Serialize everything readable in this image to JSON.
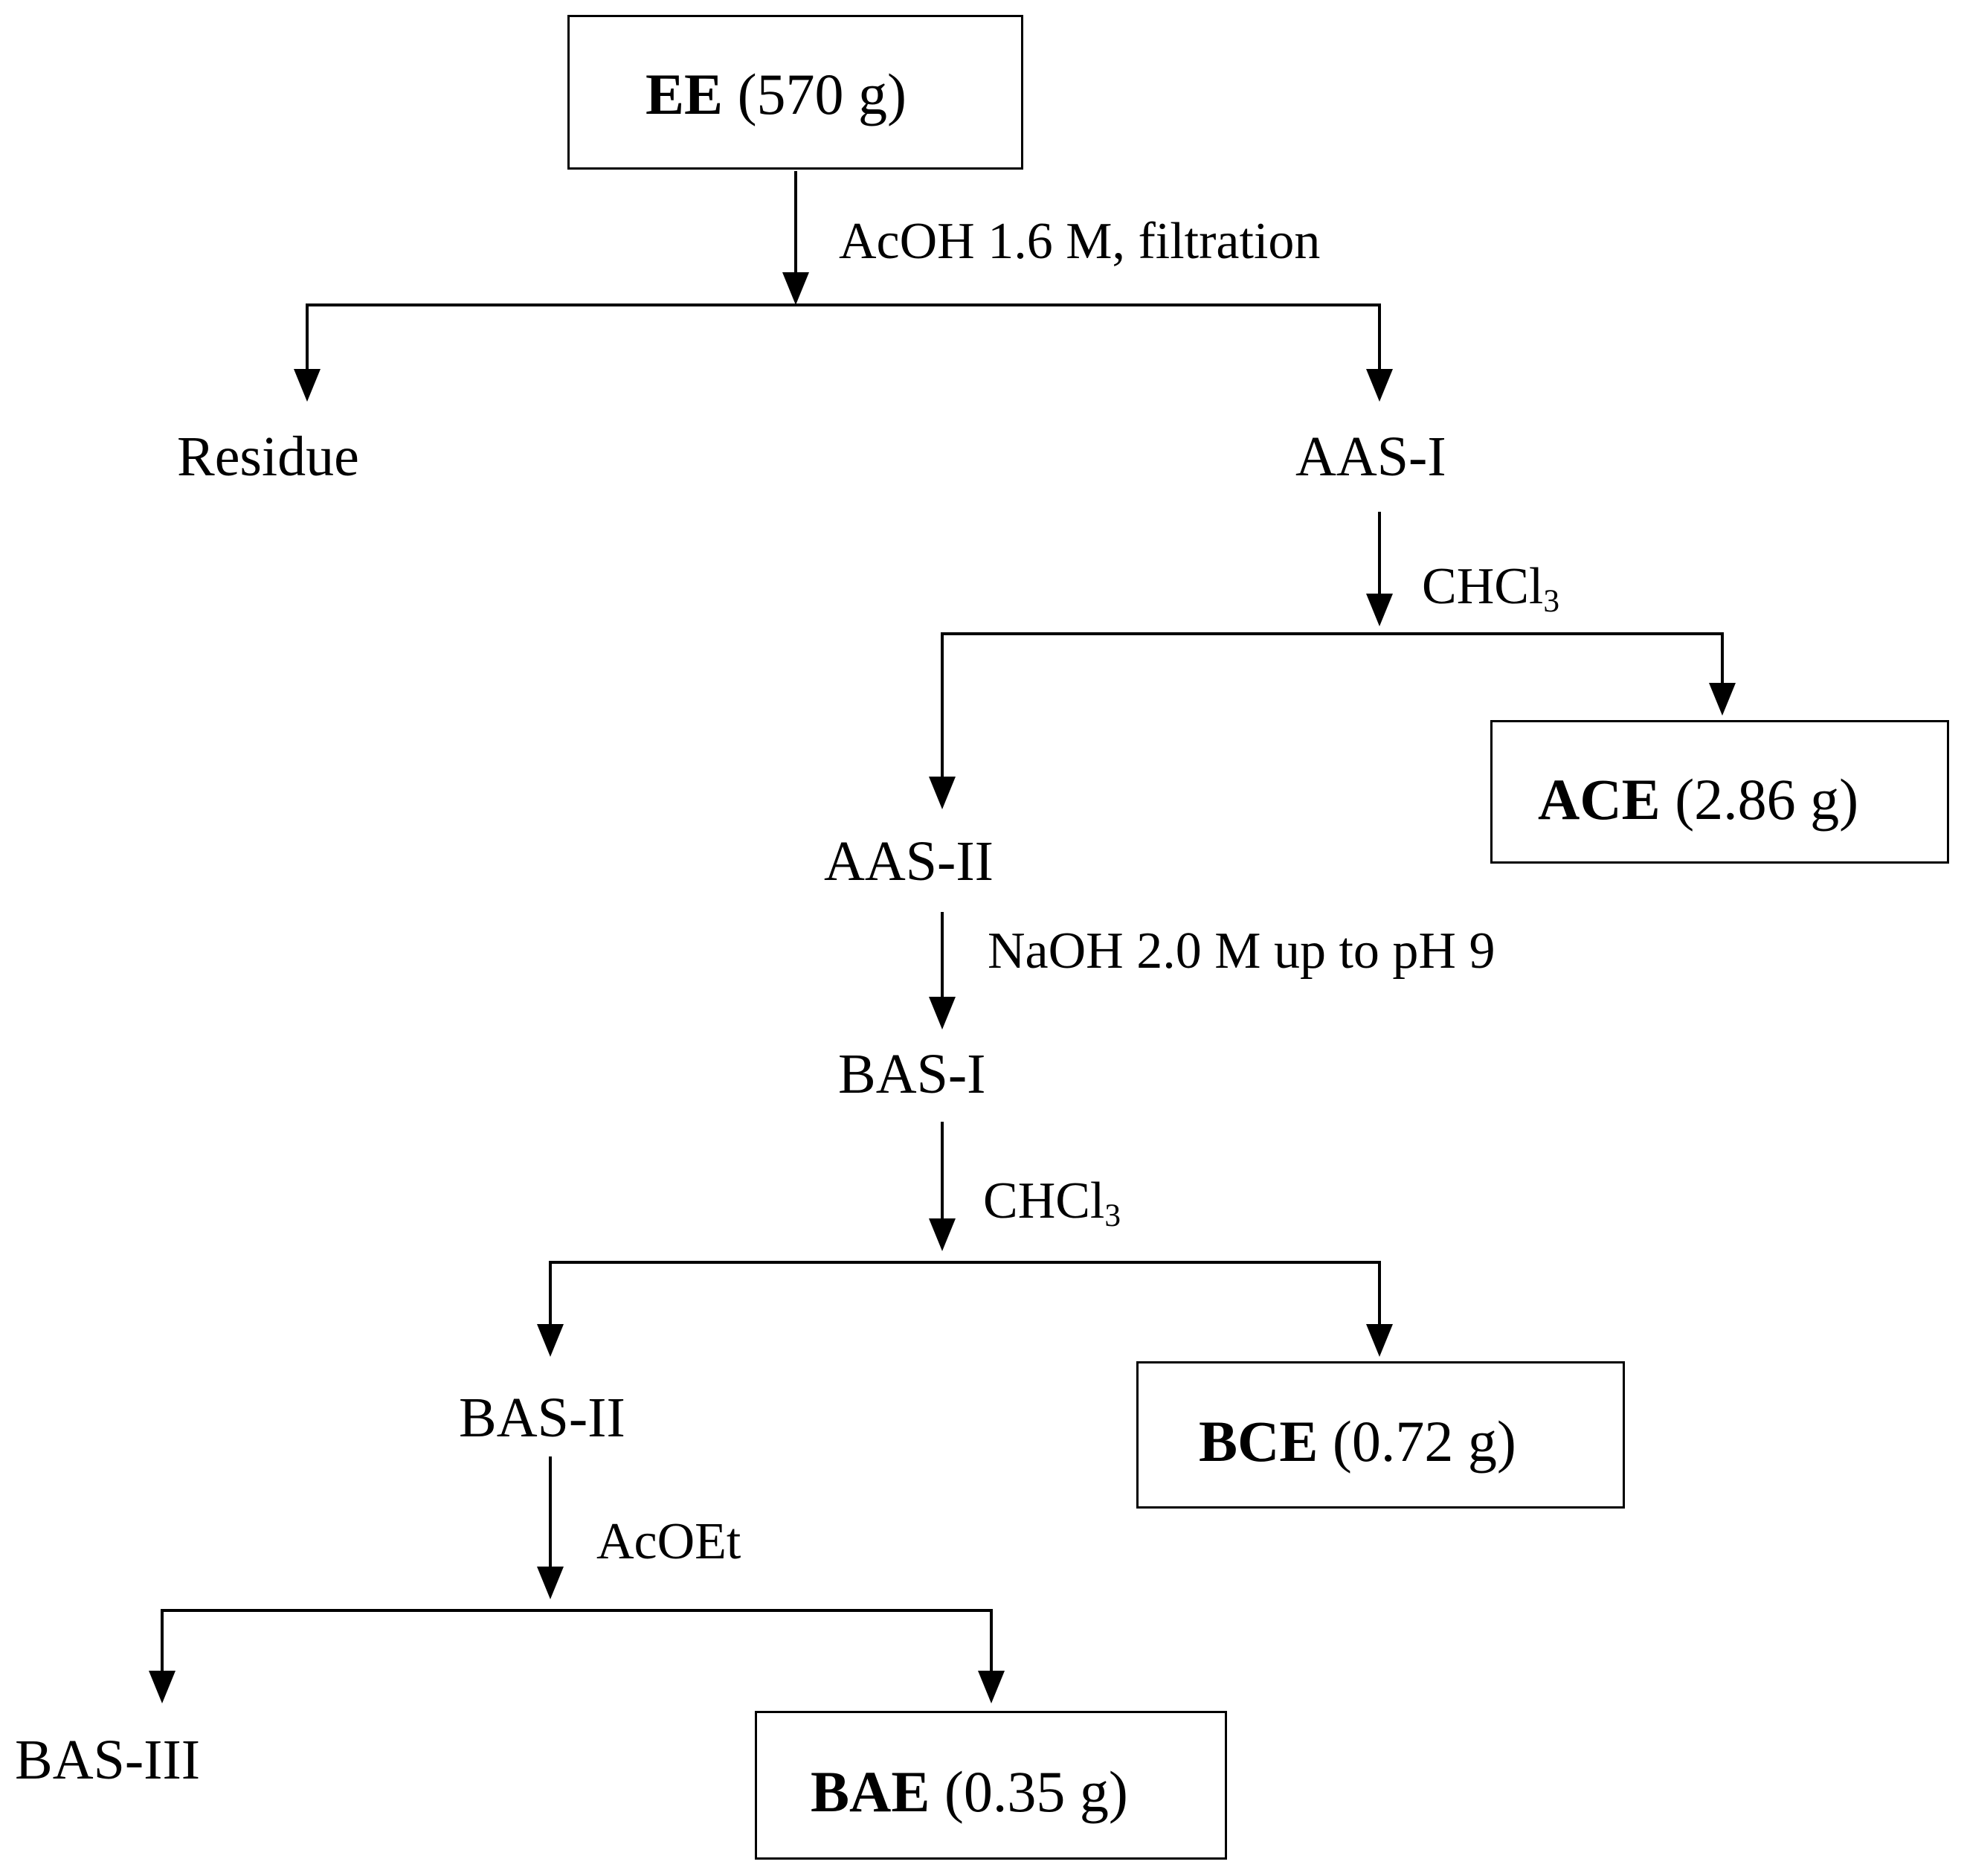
{
  "root": {
    "bold": "EE",
    "amount": "(570 g)"
  },
  "steps": {
    "acoh": "AcOH 1.6 M, filtration",
    "chcl3_a": {
      "base": "CHCl",
      "sub": "3"
    },
    "naoh": "NaOH  2.0 M up to pH  9",
    "chcl3_b": {
      "base": "CHCl",
      "sub": "3"
    },
    "acoet": "AcOEt"
  },
  "nodes": {
    "residue": "Residue",
    "aas1": "AAS-I",
    "aas2": "AAS-II",
    "bas1": "BAS-I",
    "bas2": "BAS-II",
    "bas3": "BAS-III"
  },
  "extracts": {
    "ace": {
      "bold": "ACE",
      "amount": "(2.86 g)"
    },
    "bce": {
      "bold": "BCE",
      "amount": "(0.72 g)"
    },
    "bae": {
      "bold": "BAE",
      "amount": "(0.35 g)"
    }
  },
  "colors": {
    "line": "#000000",
    "background": "#ffffff"
  }
}
